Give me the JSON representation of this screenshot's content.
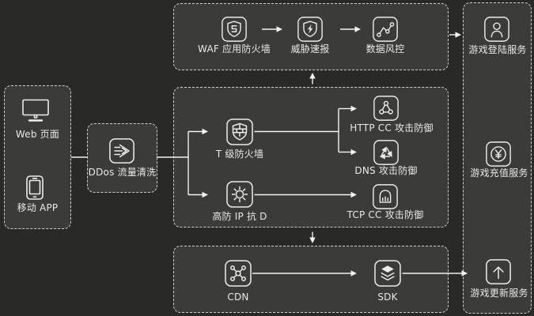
{
  "colors": {
    "background": "#292927",
    "panel_fill": "#3b3b3a",
    "panel_border": "#cfcfcd",
    "text": "#e9e9e9",
    "line": "#f2f2f2",
    "icon_stroke": "#ececec"
  },
  "panels": {
    "clients": {
      "web_label": "Web 页面",
      "app_label": "移动 APP"
    },
    "ddos": {
      "label": "DDos 流量清洗"
    },
    "waf": {
      "waf_label": "WAF 应用防火墙",
      "threat_label": "威胁速报",
      "risk_label": "数据风控"
    },
    "firewall": {
      "t_firewall_label": "T 级防火墙",
      "hip_label": "高防 IP 抗 D",
      "http_cc_label": "HTTP CC 攻击防御",
      "dns_label": "DNS 攻击防御",
      "tcp_cc_label": "TCP CC 攻击防御"
    },
    "delivery": {
      "cdn_label": "CDN",
      "sdk_label": "SDK"
    },
    "services": {
      "login_label": "游戏登陆服务",
      "recharge_label": "游戏充值服务",
      "update_label": "游戏更新服务"
    }
  },
  "icons": {
    "monitor-icon": "desktop display",
    "mobile-icon": "smartphone",
    "ddos-scrub-icon": "fast-forward arrow in rounded square",
    "waf-shield-icon": "shield with maze glyph",
    "threat-shield-icon": "shield with lightning bolt",
    "risk-chart-icon": "zigzag line chart with dots",
    "t-firewall-icon": "shield with brick wall",
    "hip-burst-icon": "sun burst / anti-DDoS",
    "http-cc-icon": "triangle network with nodes",
    "dns-recycle-icon": "recycle triangle arrows",
    "tcp-cc-icon": "ethernet port with pins",
    "cdn-node-icon": "hub with four corner nodes",
    "sdk-layers-icon": "stacked layers",
    "login-user-icon": "person in frame",
    "recharge-yuan-icon": "yen/yuan sign in circle",
    "update-arrow-icon": "upward arrow in frame"
  }
}
